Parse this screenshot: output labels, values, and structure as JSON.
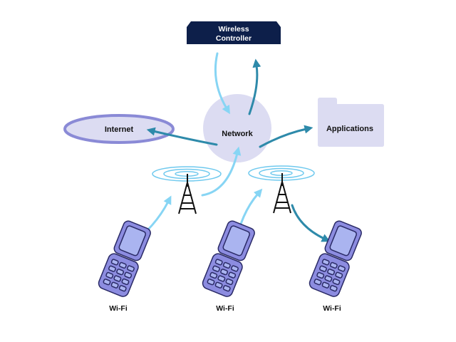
{
  "nodes": {
    "controller": {
      "line1": "Wireless",
      "line2": "Controller"
    },
    "network": {
      "label": "Network"
    },
    "internet": {
      "label": "Internet"
    },
    "applications": {
      "label": "Applications"
    }
  },
  "devices": [
    {
      "label": "Wi-Fi"
    },
    {
      "label": "Wi-Fi"
    },
    {
      "label": "Wi-Fi"
    }
  ],
  "colors": {
    "controller_fill": "#0d1f4a",
    "hub_fill": "#dcdcf2",
    "internet_ring": "#8a8ad6",
    "internet_fill": "#dcdcf2",
    "applications_fill": "#dcdcf2",
    "arrow_light": "#87d5f4",
    "arrow_dark": "#2e8aaa",
    "signal_ring": "#6fc9ee",
    "phone_body": "#8c8ce0",
    "phone_outline": "#2a2a66",
    "phone_screen": "#aab4f0"
  },
  "icons": [
    "router-icon",
    "cell-tower-icon",
    "flip-phone-icon",
    "folder-icon",
    "cloud-icon"
  ]
}
